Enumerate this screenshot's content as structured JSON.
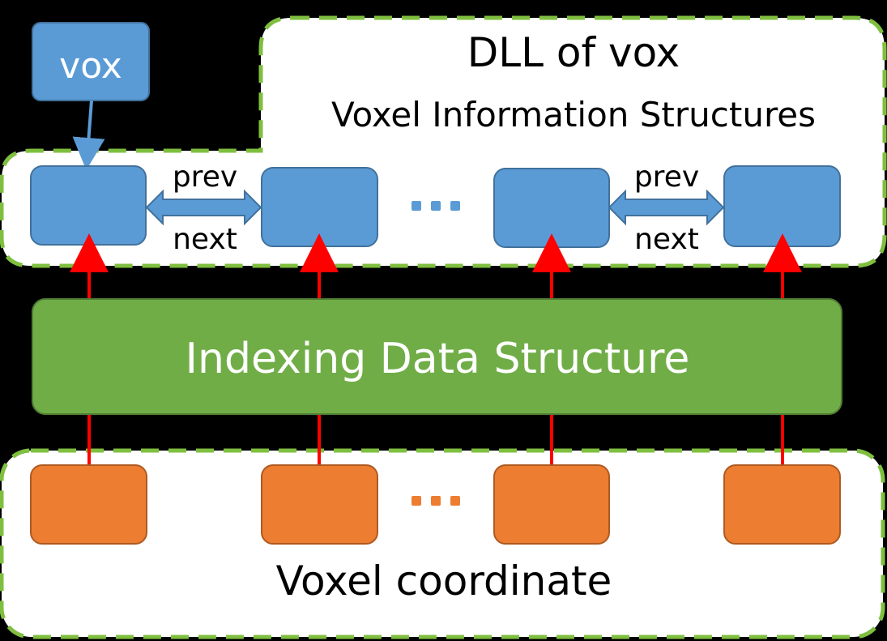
{
  "vox_label": "vox",
  "dll": {
    "title": "DLL of vox",
    "subtitle": "Voxel Information Structures",
    "links": [
      {
        "prev": "prev",
        "next": "next"
      },
      {
        "prev": "prev",
        "next": "next"
      }
    ]
  },
  "index_label": "Indexing Data Structure",
  "coord_label": "Voxel coordinate",
  "colors": {
    "blue_node": "#5b9bd5",
    "orange_node": "#ed7d31",
    "green_index": "#70ad47",
    "dashed_border": "#7fbf3f",
    "arrow_red": "#ff0000"
  }
}
